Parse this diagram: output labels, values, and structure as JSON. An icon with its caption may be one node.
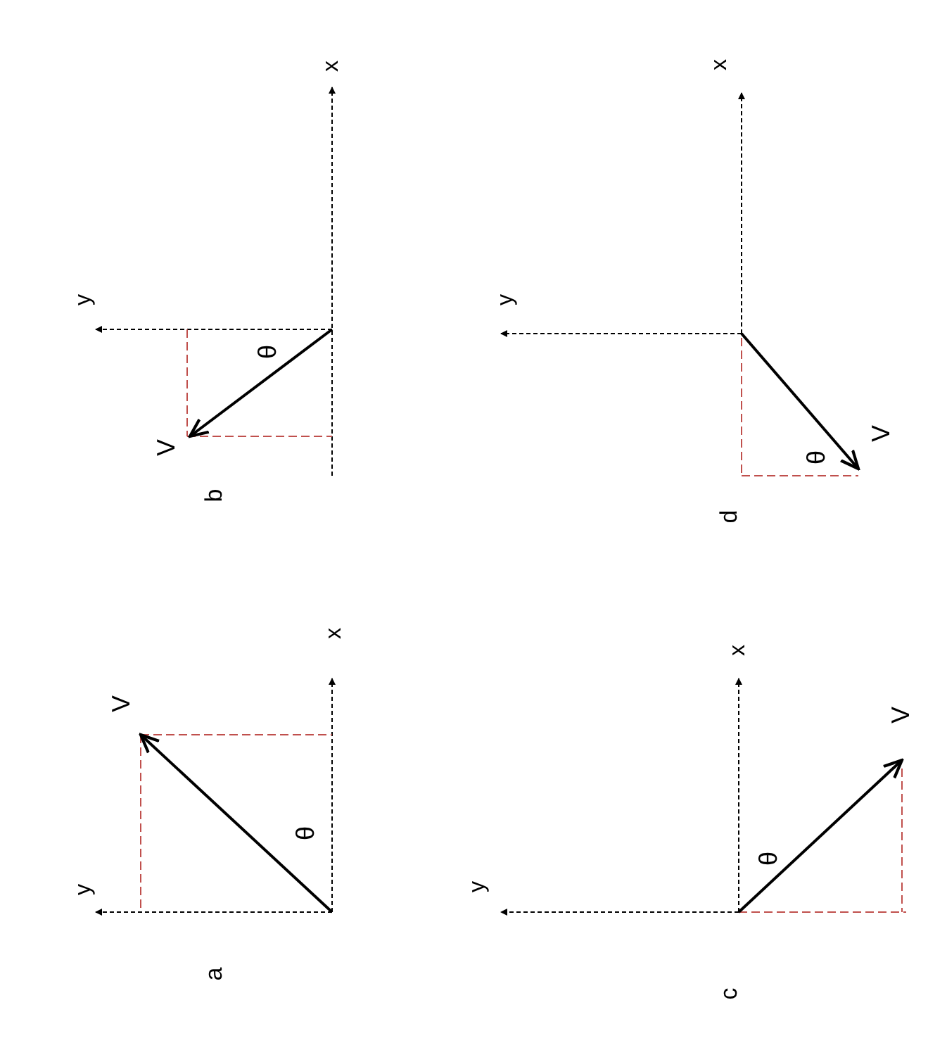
{
  "diagram": {
    "labels": [
      "y",
      "V",
      "θ",
      "x",
      "a",
      "y",
      "V",
      "θ",
      "x",
      "b",
      "y",
      "V",
      "θ",
      "x",
      "c",
      "y",
      "V",
      "θ",
      "x",
      "d"
    ]
  }
}
